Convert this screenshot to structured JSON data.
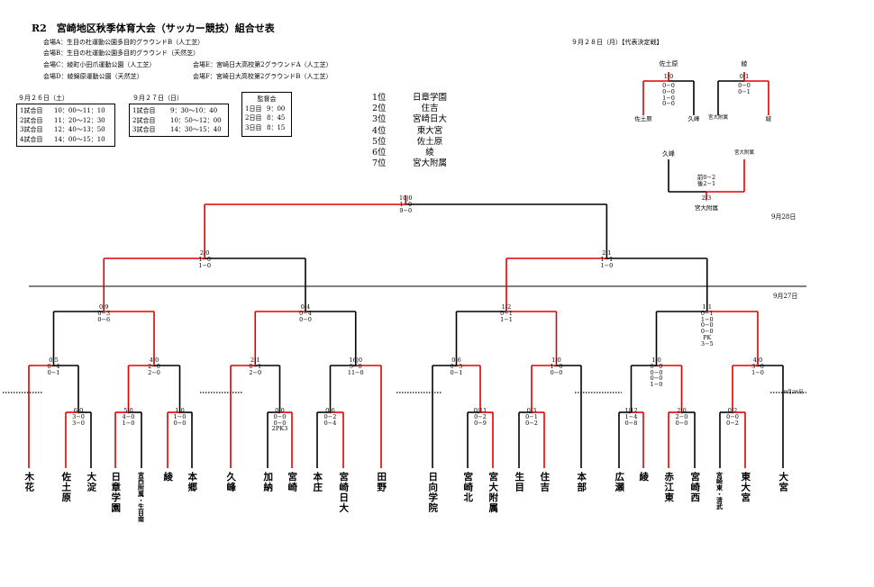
{
  "title": "R2　宮崎地区秋季体育大会（サッカー競技）組合せ表",
  "venues": [
    "会場A：生目の杜運動公園多目的グラウンドB（人工芝）",
    "会場B：生目の杜運動公園多目的グラウンド（天然芝）",
    "会場C：綾町小田爪運動公園（人工芝）",
    "会場D：綾錦原運動公園（天然芝）",
    "会場E：宮崎日大高校第2グラウンドA（人工芝）",
    "会場F：宮崎日大高校第2グラウンドB（人工芝）"
  ],
  "final_heading": "９月２８日（月）【代表決定戦】",
  "day1": {
    "heading": "９月２６日（土）",
    "rows": [
      [
        "1試合目",
        "10：00～11：10"
      ],
      [
        "2試合目",
        "11：20～12：30"
      ],
      [
        "3試合目",
        "12：40～13：50"
      ],
      [
        "4試合目",
        "14：00～15：10"
      ]
    ]
  },
  "day2": {
    "heading": "９月２７日（日）",
    "rows": [
      [
        "1試合目",
        "9：30～10：40"
      ],
      [
        "2試合目",
        "10：50～12：00"
      ],
      [
        "3試合目",
        "14：30～15：40"
      ]
    ]
  },
  "meeting": {
    "heading": "監督会",
    "rows": [
      [
        "1日目",
        "9：00"
      ],
      [
        "2日目",
        "8：45"
      ],
      [
        "3日目",
        "8：15"
      ]
    ]
  },
  "ranking": [
    [
      "1位",
      "日章学園"
    ],
    [
      "2位",
      "住吉"
    ],
    [
      "3位",
      "宮崎日大"
    ],
    [
      "4位",
      "東大宮"
    ],
    [
      "5位",
      "佐土原"
    ],
    [
      "6位",
      "綾"
    ],
    [
      "7位",
      "宮大附属"
    ]
  ],
  "side": {
    "left_top": "佐土原",
    "left_mid": "1|0",
    "left_scores": [
      "0−0",
      "0−0",
      "1−0",
      "0−0"
    ],
    "left_bottom_left": "佐土原",
    "left_bottom_right": "久峰",
    "right_top": "綾",
    "right_mid": "0|1",
    "right_scores": [
      "0−0",
      "0−1"
    ],
    "right_bottom_left": "宮大附属",
    "right_bottom_right": "綾",
    "third_left": "久峰",
    "third_right": "宮大附属",
    "third_scores": [
      "前0−2",
      "後2−1"
    ],
    "third_result": "2|3",
    "third_winner": "宮大附属"
  },
  "date_28": "9月28日",
  "date_27": "9月27日",
  "date_26": "9月26日",
  "scores": {
    "final": [
      "10|0",
      "1−0",
      "9−0"
    ],
    "sf_left": [
      "2|0",
      "1−0",
      "1−0"
    ],
    "sf_right": [
      "2|1",
      "1−1",
      "1−0"
    ],
    "q1": [
      "0|9",
      "0−3",
      "0−6"
    ],
    "q2": [
      "0|4",
      "0−4",
      "0−0"
    ],
    "q3": [
      "1|2",
      "0−1",
      "1−1"
    ],
    "q4": [
      "1|1",
      "0−1",
      "1−0",
      "0−0",
      "0−0",
      "PK",
      "3−5"
    ],
    "r1": [
      "0|5",
      "0−4",
      "0−1"
    ],
    "r2": [
      "4|0",
      "2−0",
      "2−0"
    ],
    "r3": [
      "2|1",
      "0−1",
      "2−0"
    ],
    "r4": [
      "16|0",
      "5−0",
      "11−0"
    ],
    "r5": [
      "0|6",
      "0−5",
      "0−1"
    ],
    "r6": [
      "1|0",
      "1−0",
      "0−0"
    ],
    "r7": [
      "1|0",
      "0−0",
      "0−0",
      "0−0",
      "1−0"
    ],
    "r8": [
      "4|0",
      "3−0",
      "1−0"
    ],
    "p1": [
      "6|0",
      "3−0",
      "3−0"
    ],
    "p2": [
      "5|0",
      "4−0",
      "1−0"
    ],
    "p3": [
      "1|0",
      "1−0",
      "0−0"
    ],
    "p4": [
      "0|0",
      "0−0",
      "0−0",
      "2PK3"
    ],
    "p5": [
      "0|6",
      "0−2",
      "0−4"
    ],
    "p6": [
      "0|11",
      "0−2",
      "0−9"
    ],
    "p7": [
      "0|3",
      "0−1",
      "0−2"
    ],
    "p8": [
      "1|12",
      "1−4",
      "0−8"
    ],
    "p9": [
      "2|0",
      "2−0",
      "0−0"
    ],
    "p10": [
      "0|2",
      "0−0",
      "0−2"
    ]
  },
  "teams": [
    "木花",
    "佐土原",
    "大淀",
    "日章学園",
    "宮西附属・生目南",
    "綾",
    "本郷",
    "久峰",
    "加納",
    "宮崎",
    "本庄",
    "宮崎日大",
    "田野",
    "日向学院",
    "宮崎北",
    "宮大附属",
    "生目",
    "住吉",
    "本部",
    "広瀬",
    "綾",
    "赤江東",
    "宮崎西",
    "宮崎東・清武",
    "東大宮",
    "大宮"
  ]
}
